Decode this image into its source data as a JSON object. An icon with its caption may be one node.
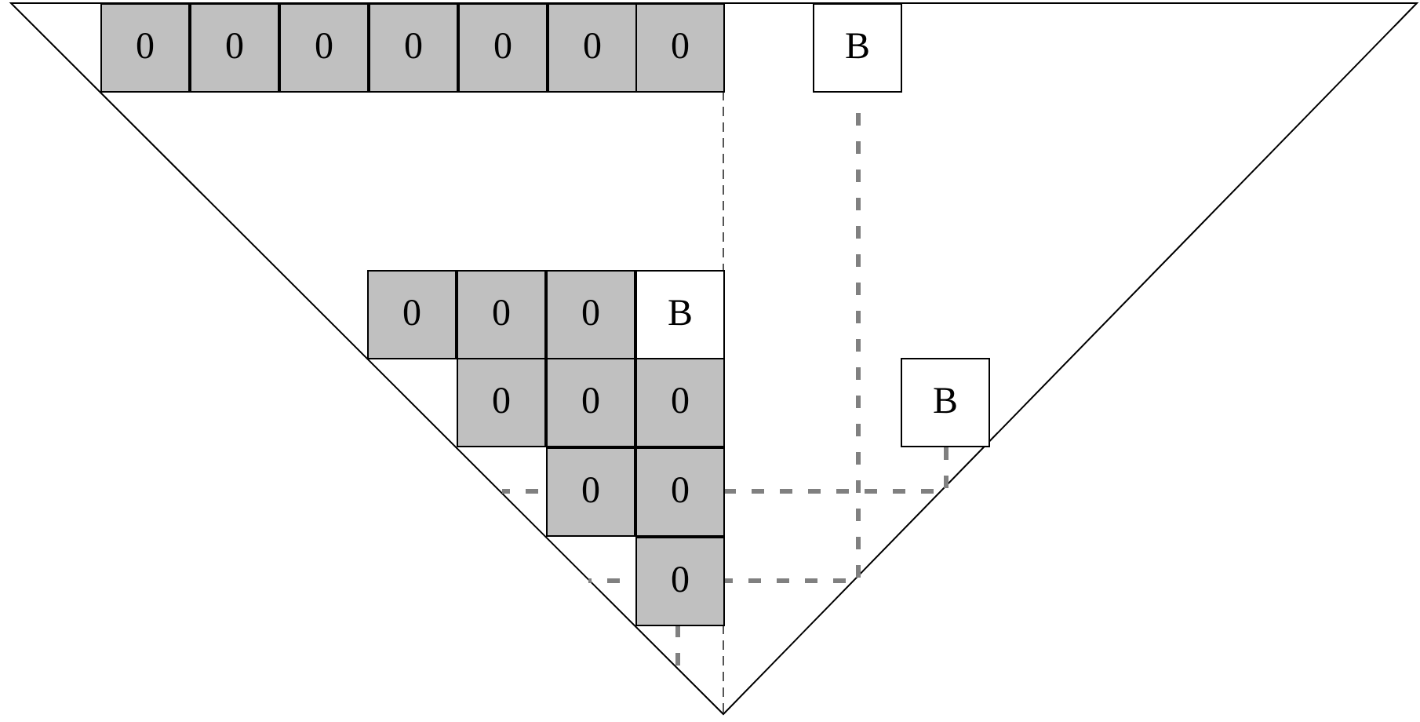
{
  "diagram": {
    "nodes": [
      {
        "text": [
          "0"
        ]
      },
      {
        "text": [
          "0"
        ]
      },
      {
        "text": [
          "0"
        ]
      },
      {
        "text": [
          "0"
        ]
      },
      {
        "text": [
          "0"
        ]
      },
      {
        "text": [
          "0"
        ]
      },
      {
        "text": [
          "0"
        ]
      },
      {
        "text": [
          "B"
        ]
      },
      {
        "text": [
          "0"
        ]
      },
      {
        "text": [
          "0"
        ]
      },
      {
        "text": [
          "0"
        ]
      },
      {
        "text": [
          "B"
        ]
      },
      {
        "text": [
          "0"
        ]
      },
      {
        "text": [
          "0"
        ]
      },
      {
        "text": [
          "0"
        ]
      },
      {
        "text": [
          "B"
        ]
      },
      {
        "text": [
          "0"
        ]
      },
      {
        "text": [
          "0"
        ]
      },
      {
        "text": [
          "0"
        ]
      }
    ]
  }
}
